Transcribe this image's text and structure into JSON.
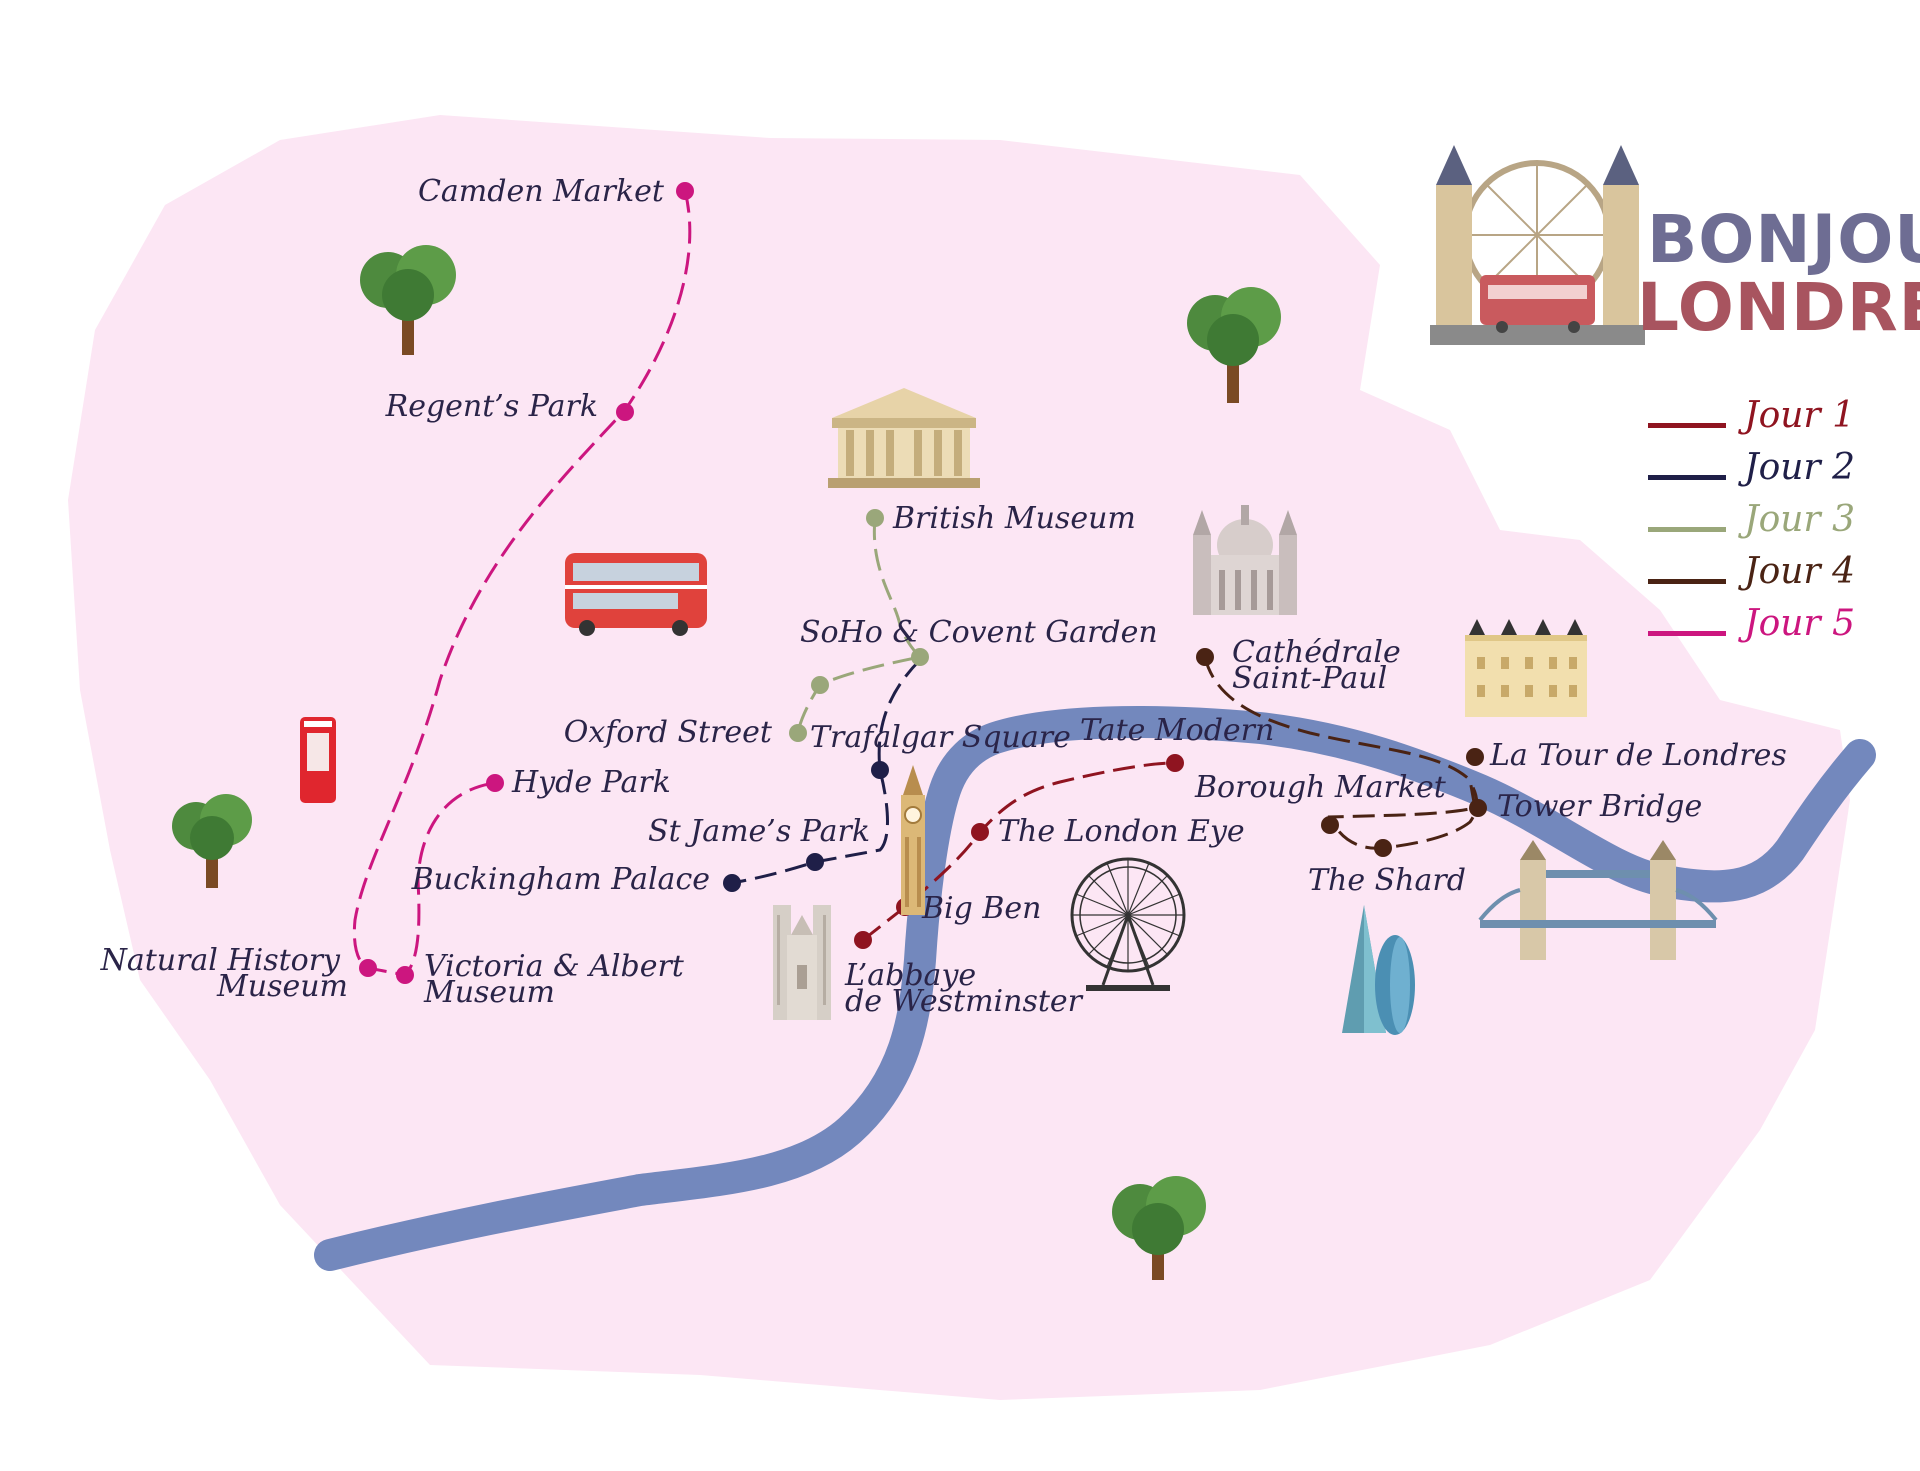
{
  "brand": {
    "line1": "BONJOUR",
    "line2": "LONDRES",
    "line1_color": "#6e6d93",
    "line2_color": "#a8545f"
  },
  "colors": {
    "land": "#fce6f4",
    "river": "#7388bd",
    "dark_label": "#2a2448"
  },
  "legend": [
    {
      "label": "Jour 1",
      "color": "#8f1420"
    },
    {
      "label": "Jour 2",
      "color": "#1f1f48"
    },
    {
      "label": "Jour 3",
      "color": "#9aa77a"
    },
    {
      "label": "Jour 4",
      "color": "#4a2314"
    },
    {
      "label": "Jour 5",
      "color": "#cc167f"
    }
  ],
  "places": {
    "camden_market": "Camden Market",
    "regents_park": "Regent’s Park",
    "hyde_park": "Hyde Park",
    "natural_history_1": "Natural History",
    "natural_history_2": "Museum",
    "victoria_albert_1": "Victoria & Albert",
    "victoria_albert_2": "Museum",
    "british_museum": "British Museum",
    "soho_covent": "SoHo & Covent Garden",
    "oxford_street": "Oxford Street",
    "trafalgar_square": "Trafalgar Square",
    "st_james_park": "St Jame’s Park",
    "buckingham_palace": "Buckingham Palace",
    "tate_modern": "Tate Modern",
    "london_eye": "The London Eye",
    "big_ben": "Big Ben",
    "abbaye_1": "L’abbaye",
    "abbaye_2": "de Westminster",
    "cathedrale_1": "Cathédrale",
    "cathedrale_2": "Saint-Paul",
    "borough_market": "Borough Market",
    "the_shard": "The Shard",
    "tour_londres": "La Tour de Londres",
    "tower_bridge": "Tower Bridge"
  },
  "icons": [
    "tree-icon",
    "double-decker-bus-icon",
    "phone-box-icon",
    "british-museum-icon",
    "st-pauls-cathedral-icon",
    "tower-of-london-icon",
    "big-ben-icon",
    "westminster-abbey-icon",
    "london-eye-icon",
    "shard-icon",
    "gherkin-icon",
    "tower-bridge-icon",
    "london-skyline-logo-icon"
  ]
}
